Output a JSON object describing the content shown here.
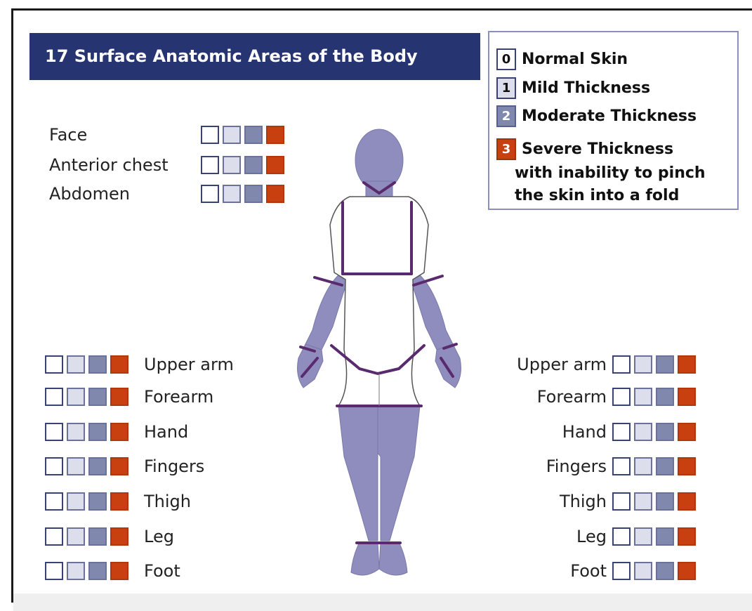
{
  "title": "17 Surface Anatomic Areas of the Body",
  "legend": [
    {
      "score": "0",
      "label": "Normal Skin",
      "color": "#ffffff"
    },
    {
      "score": "1",
      "label": "Mild Thickness",
      "color": "#dcdfeb"
    },
    {
      "score": "2",
      "label": "Moderate Thickness",
      "color": "#8188ad"
    },
    {
      "score": "3",
      "label": "Severe Thickness",
      "color": "#c8400f"
    }
  ],
  "legend_continuation": [
    "with inability to pinch",
    "the skin into a fold"
  ],
  "central_areas": [
    "Face",
    "Anterior chest",
    "Abdomen"
  ],
  "left_areas": [
    "Upper arm",
    "Forearm",
    "Hand",
    "Fingers",
    "Thigh",
    "Leg",
    "Foot"
  ],
  "right_areas": [
    "Upper arm",
    "Forearm",
    "Hand",
    "Fingers",
    "Thigh",
    "Leg",
    "Foot"
  ],
  "colors": {
    "title_bg": "#273472",
    "body_fill": "#8f8dbd",
    "region_lines": "#5a2a6e"
  }
}
